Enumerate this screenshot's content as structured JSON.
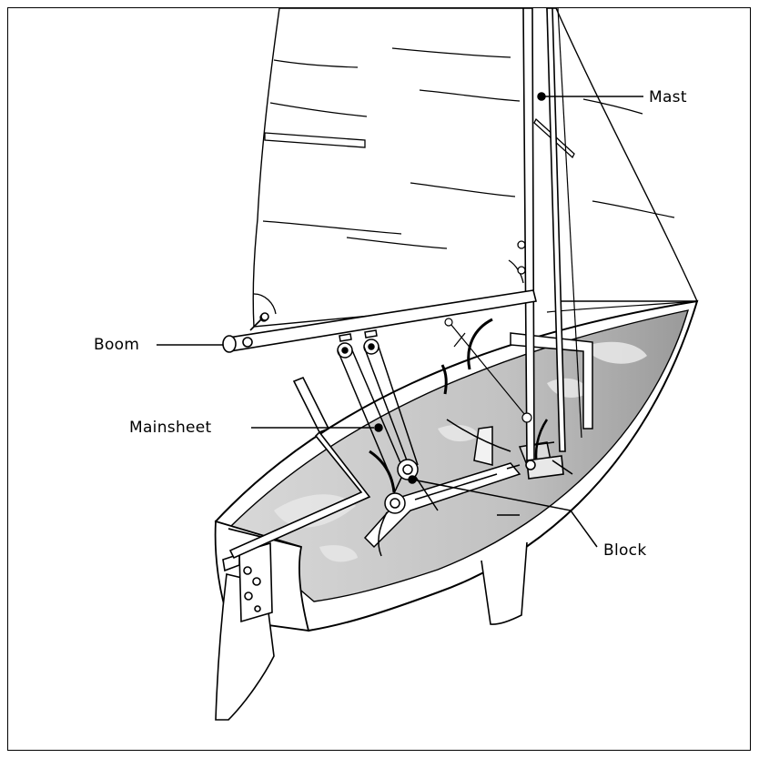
{
  "labels": {
    "mast": "Mast",
    "boom": "Boom",
    "mainsheet": "Mainsheet",
    "block": "Block"
  }
}
